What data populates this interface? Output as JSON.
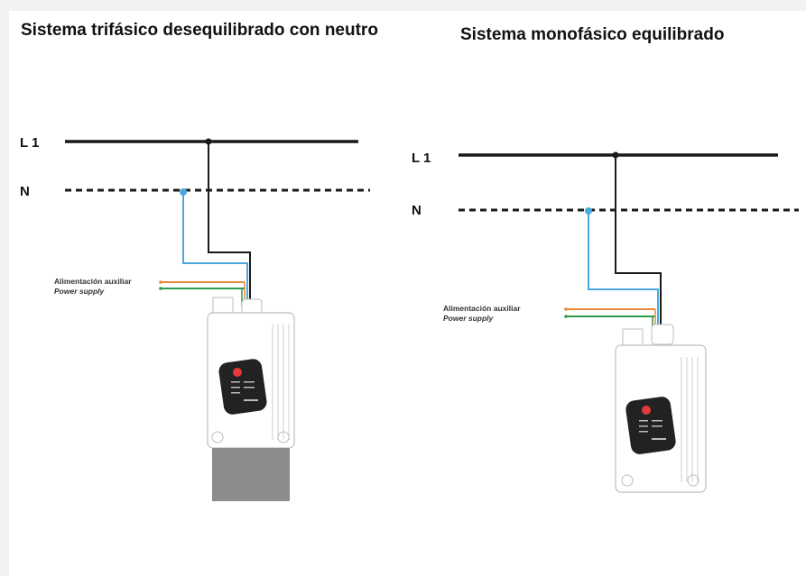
{
  "left": {
    "title": "Sistema trifásico desequilibrado con neutro",
    "line_label": "L 1",
    "neutral_label": "N",
    "aux_label_1": "Alimentación auxiliar",
    "aux_label_2": "Power supply"
  },
  "right": {
    "title": "Sistema monofásico equilibrado",
    "line_label": "L 1",
    "neutral_label": "N",
    "aux_label_1": "Alimentación auxiliar",
    "aux_label_2": "Power supply"
  },
  "colors": {
    "line": "#1a1a1a",
    "neutral_wire": "#4aa8e0",
    "aux_orange": "#e8883a",
    "aux_green": "#2e9a4a",
    "device_body": "#ffffff",
    "device_outline": "#bdbdbd",
    "panel_dark": "#222222",
    "led": "#e23b3b",
    "base_gray": "#8c8c8c"
  },
  "icons": [
    "device-icon",
    "led-indicator-icon"
  ]
}
